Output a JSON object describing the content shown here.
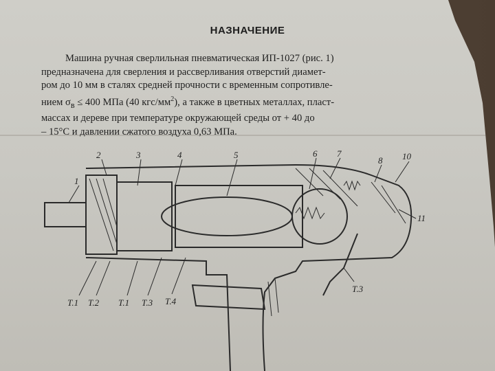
{
  "document": {
    "heading": "НАЗНАЧЕНИЕ",
    "paragraph": {
      "lines": [
        "Машина ручная сверлильная пневматическая ИП-1027 (рис. 1)",
        "предназначена для сверления и рассверливания отверстий диамет-",
        "ром до 10 мм в сталях средней прочности с временным сопротивле-",
        "нием σ",
        "в",
        " ≤ 400 МПа (40 кгс/мм",
        "2",
        "), а также в цветных металлах, пласт-",
        "массах и дереве при температуре окружающей среды от + 40 до",
        "– 15°С и давлении сжатого воздуха 0,63 МПа."
      ]
    },
    "figure": {
      "callouts": [
        "1",
        "2",
        "3",
        "4",
        "5",
        "6",
        "7",
        "8",
        "10",
        "11",
        "Т.1",
        "Т.2",
        "Т.1",
        "Т.3",
        "Т.4",
        "Т.3"
      ]
    }
  }
}
